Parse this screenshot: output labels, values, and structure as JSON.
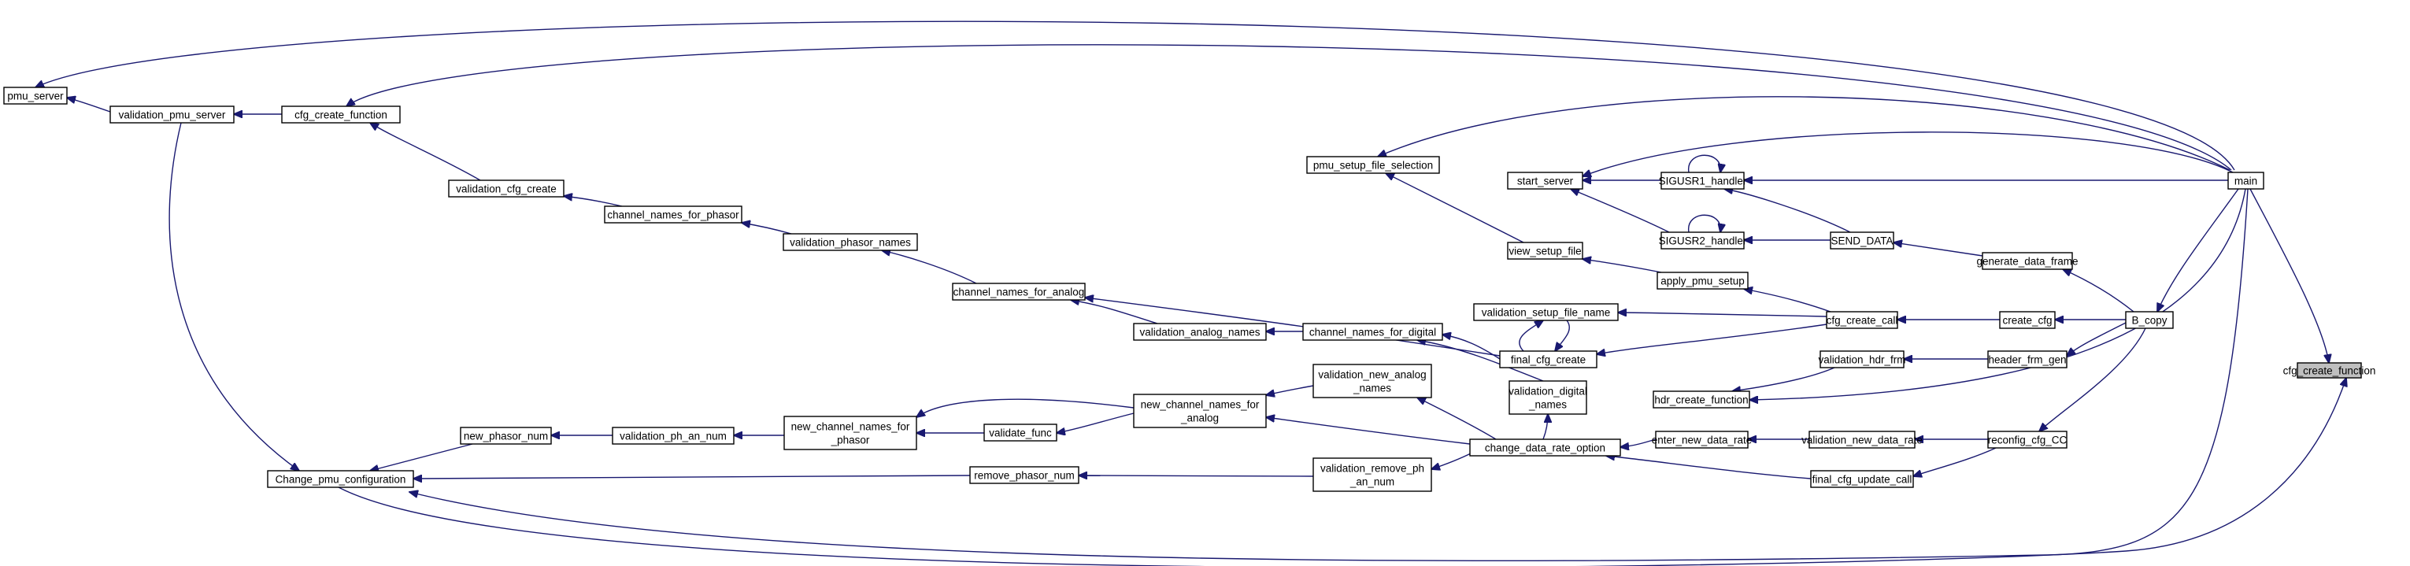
{
  "diagram": {
    "colors": {
      "edge": "#191970",
      "root_fill": "#bfbfbf",
      "node_fill": "#ffffff",
      "border": "#000000"
    },
    "nodes": [
      {
        "id": "cfg_create_function",
        "label": [
          "cfg_create_function"
        ],
        "root": true
      },
      {
        "id": "main",
        "label": [
          "main"
        ]
      },
      {
        "id": "B_copy",
        "label": [
          "B_copy"
        ]
      },
      {
        "id": "reconfig_cfg_CC",
        "label": [
          "reconfig_cfg_CC"
        ]
      },
      {
        "id": "header_frm_gen",
        "label": [
          "header_frm_gen"
        ]
      },
      {
        "id": "create_cfg",
        "label": [
          "create_cfg"
        ]
      },
      {
        "id": "generate_data_frame",
        "label": [
          "generate_data_frame"
        ]
      },
      {
        "id": "SEND_DATA",
        "label": [
          "SEND_DATA"
        ]
      },
      {
        "id": "SIGUSR1_handler",
        "label": [
          "SIGUSR1_handler"
        ]
      },
      {
        "id": "SIGUSR2_handler",
        "label": [
          "SIGUSR2_handler"
        ]
      },
      {
        "id": "start_server",
        "label": [
          "start_server"
        ]
      },
      {
        "id": "pmu_setup_file_selection",
        "label": [
          "pmu_setup_file_selection"
        ]
      },
      {
        "id": "view_setup_file",
        "label": [
          "view_setup_file"
        ]
      },
      {
        "id": "apply_pmu_setup",
        "label": [
          "apply_pmu_setup"
        ]
      },
      {
        "id": "cfg_create_call",
        "label": [
          "cfg_create_call"
        ]
      },
      {
        "id": "validation_setup_file_name",
        "label": [
          "validation_setup_file_name"
        ]
      },
      {
        "id": "final_cfg_create",
        "label": [
          "final_cfg_create"
        ]
      },
      {
        "id": "validation_hdr_frm",
        "label": [
          "validation_hdr_frm"
        ]
      },
      {
        "id": "hdr_create_function",
        "label": [
          "hdr_create_function"
        ]
      },
      {
        "id": "validation_new_data_rate",
        "label": [
          "validation_new_data_rate"
        ]
      },
      {
        "id": "enter_new_data_rate",
        "label": [
          "enter_new_data_rate"
        ]
      },
      {
        "id": "final_cfg_update_call",
        "label": [
          "final_cfg_update_call"
        ]
      },
      {
        "id": "change_data_rate_option",
        "label": [
          "change_data_rate_option"
        ]
      },
      {
        "id": "validation_digital_names",
        "label": [
          "validation_digital",
          "_names"
        ]
      },
      {
        "id": "channel_names_for_digital",
        "label": [
          "channel_names_for_digital"
        ]
      },
      {
        "id": "validation_new_analog_names",
        "label": [
          "validation_new_analog",
          "_names"
        ]
      },
      {
        "id": "validation_remove_ph_an_num",
        "label": [
          "validation_remove_ph",
          "_an_num"
        ]
      },
      {
        "id": "validation_analog_names",
        "label": [
          "validation_analog_names"
        ]
      },
      {
        "id": "channel_names_for_analog",
        "label": [
          "channel_names_for_analog"
        ]
      },
      {
        "id": "new_channel_names_for_analog",
        "label": [
          "new_channel_names_for",
          "_analog"
        ]
      },
      {
        "id": "validate_func",
        "label": [
          "validate_func"
        ]
      },
      {
        "id": "remove_phasor_num",
        "label": [
          "remove_phasor_num"
        ]
      },
      {
        "id": "new_channel_names_for_phasor",
        "label": [
          "new_channel_names_for",
          "_phasor"
        ]
      },
      {
        "id": "validation_phasor_names",
        "label": [
          "validation_phasor_names"
        ]
      },
      {
        "id": "channel_names_for_phasor",
        "label": [
          "channel_names_for_phasor"
        ]
      },
      {
        "id": "validation_ph_an_num",
        "label": [
          "validation_ph_an_num"
        ]
      },
      {
        "id": "new_phasor_num",
        "label": [
          "new_phasor_num"
        ]
      },
      {
        "id": "validation_cfg_create",
        "label": [
          "validation_cfg_create"
        ]
      },
      {
        "id": "Change_pmu_configuration",
        "label": [
          "Change_pmu_configuration"
        ]
      },
      {
        "id": "cfg_create_function_top",
        "label": [
          "cfg_create_function"
        ]
      },
      {
        "id": "validation_pmu_server",
        "label": [
          "validation_pmu_server"
        ]
      },
      {
        "id": "pmu_server",
        "label": [
          "pmu_server"
        ]
      }
    ]
  }
}
